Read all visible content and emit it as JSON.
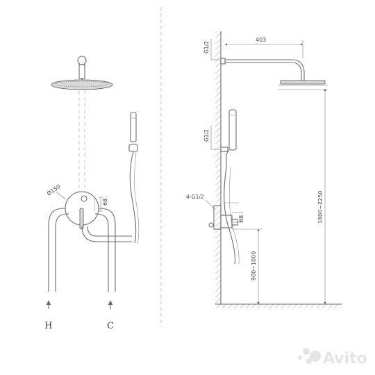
{
  "left_view": {
    "inlet_hot": "H",
    "inlet_cold": "C",
    "mixer_diameter": "Ø150",
    "mixer_depth": "68"
  },
  "right_view": {
    "arm_connection": "G1/2",
    "hand_shower_connection": "G1/2",
    "mixer_connections": "4-G1/2",
    "arm_length": "403",
    "mixer_depth": "68",
    "mixer_height": "900~1000",
    "head_height_range": "1800~2250"
  },
  "watermark": {
    "brand": "Avito"
  },
  "colors": {
    "line": "#6a6a6a",
    "background": "#ffffff",
    "divider": "#b5b5b5"
  }
}
